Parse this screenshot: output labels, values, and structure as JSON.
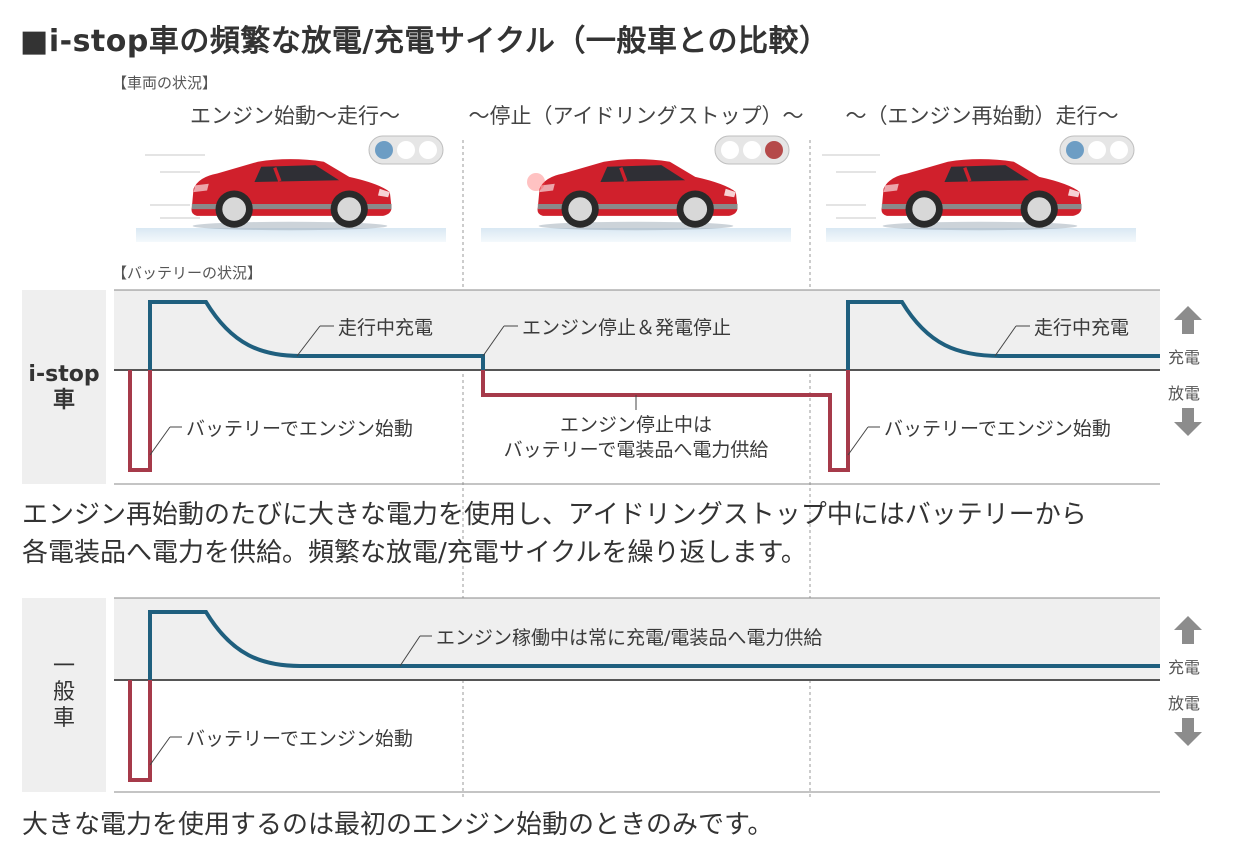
{
  "title": "■i-stop車の頻繁な放電/充電サイクル（一般車との比較）",
  "vehicle_section_label": "【車両の状況】",
  "battery_section_label": "【バッテリーの状況】",
  "stages": [
    {
      "label": "エンジン始動〜走行〜",
      "signal": "blue"
    },
    {
      "label": "〜停止（アイドリングストップ）〜",
      "signal": "red"
    },
    {
      "label": "〜（エンジン再始動）走行〜",
      "signal": "blue"
    }
  ],
  "istop_panel": {
    "label_line1": "i-stop",
    "label_line2": "車",
    "ann_drive_charge_1": "走行中充電",
    "ann_engine_stop": "エンジン停止＆発電停止",
    "ann_drive_charge_2": "走行中充電",
    "ann_battery_start_1": "バッテリーでエンジン始動",
    "ann_stop_line1": "エンジン停止中は",
    "ann_stop_line2": "バッテリーで電装品へ電力供給",
    "ann_battery_start_2": "バッテリーでエンジン始動"
  },
  "istop_caption_line1": "エンジン再始動のたびに大きな電力を使用し、アイドリングストップ中にはバッテリーから",
  "istop_caption_line2": "各電装品へ電力を供給。頻繁な放電/充電サイクルを繰り返します。",
  "general_panel": {
    "label_c1": "一",
    "label_c2": "般",
    "label_c3": "車",
    "ann_running": "エンジン稼働中は常に充電/電装品へ電力供給",
    "ann_battery_start": "バッテリーでエンジン始動"
  },
  "general_caption": "大きな電力を使用するのは最初のエンジン始動のときのみです。",
  "side_labels": {
    "charge": "充電",
    "discharge": "放電"
  },
  "colors": {
    "charge_line": "#1f5f7e",
    "discharge_line": "#a63a4a",
    "panel_bg": "#efefef",
    "car_body": "#d0202c",
    "signal_blue": "#6d9dc4",
    "signal_red": "#b54a4a"
  }
}
